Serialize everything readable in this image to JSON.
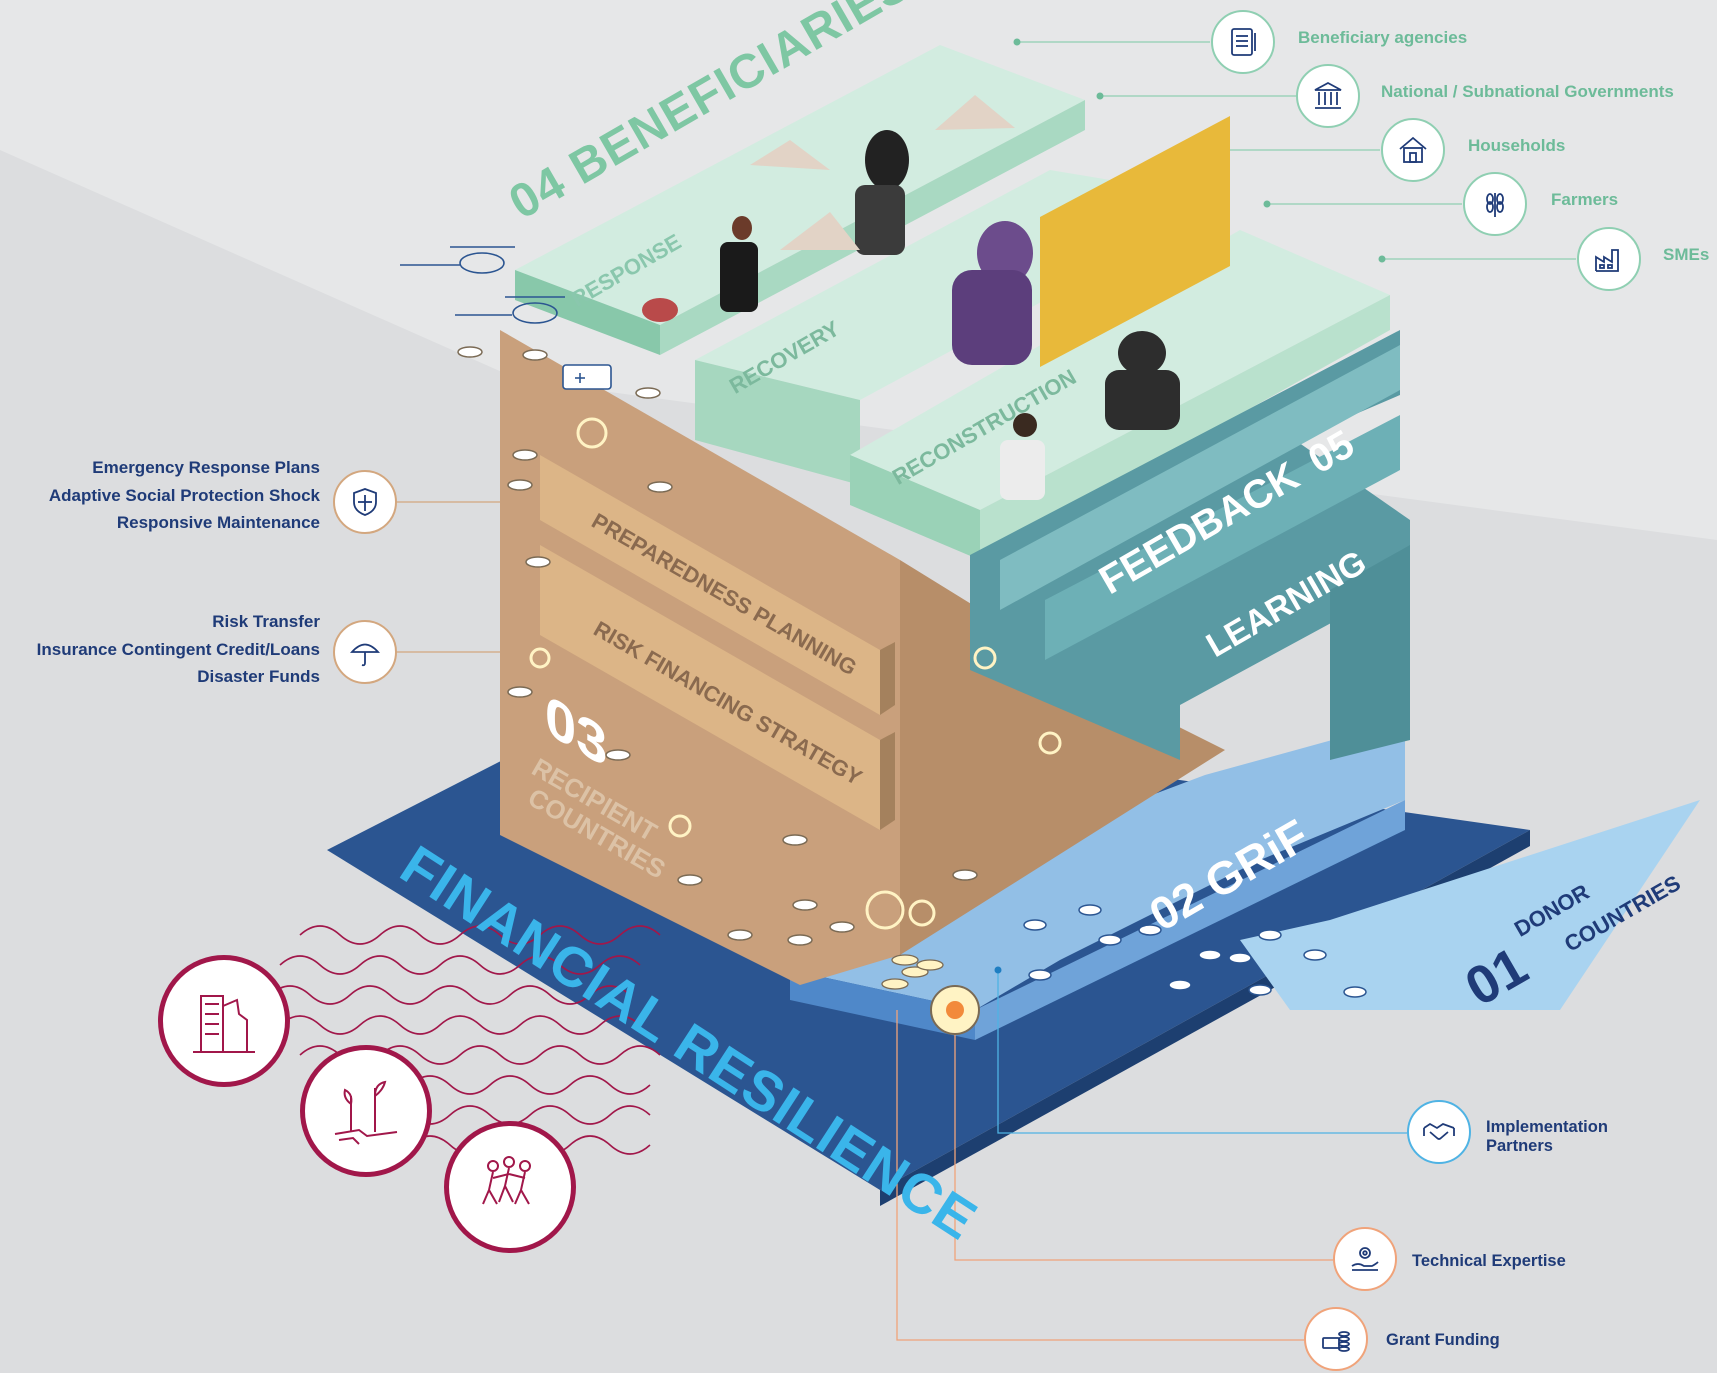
{
  "layers": {
    "beneficiaries": {
      "number": "04",
      "title": "BENEFICIARIES"
    },
    "response": "RESPONSE",
    "recovery": "RECOVERY",
    "reconstruction": "RECONSTRUCTION",
    "feedback": {
      "title": "FEEDBACK",
      "number": "05"
    },
    "learning": "LEARNING",
    "preparedness": "PREPAREDNESS PLANNING",
    "risk_strategy": "RISK FINANCING STRATEGY",
    "recipient": {
      "number": "03",
      "line1": "RECIPIENT",
      "line2": "COUNTRIES"
    },
    "grif": {
      "number": "02",
      "title": "GRiF"
    },
    "donor": {
      "number": "01",
      "line1": "DONOR",
      "line2": "COUNTRIES"
    },
    "financial": "FINANCIAL RESILIENCE"
  },
  "beneficiary_groups": [
    {
      "label": "Beneficiary agencies",
      "icon": "document-icon"
    },
    {
      "label": "National / Subnational Governments",
      "icon": "government-building-icon"
    },
    {
      "label": "Households",
      "icon": "house-icon"
    },
    {
      "label": "Farmers",
      "icon": "wheat-icon"
    },
    {
      "label": "SMEs",
      "icon": "factory-icon"
    }
  ],
  "left_callouts": [
    {
      "lines": [
        "Emergency Response Plans",
        "Adaptive Social Protection Shock",
        "Responsive Maintenance"
      ],
      "icon": "shield-icon"
    },
    {
      "lines": [
        "Risk Transfer",
        "Insurance Contingent Credit/Loans",
        "Disaster Funds"
      ],
      "icon": "umbrella-icon"
    }
  ],
  "right_callouts": [
    {
      "lines": [
        "Implementation",
        "Partners"
      ],
      "icon": "handshake-icon"
    },
    {
      "lines": [
        "Technical Expertise"
      ],
      "icon": "gear-hand-icon"
    },
    {
      "lines": [
        "Grant Funding"
      ],
      "icon": "coins-icon"
    }
  ],
  "hazards": [
    {
      "icon": "damaged-building-icon"
    },
    {
      "icon": "drought-plant-icon"
    },
    {
      "icon": "people-fleeing-icon"
    }
  ],
  "colors": {
    "background": "#e6e7e8",
    "navy": "#1f3b78",
    "platform": "#2f5792",
    "cyan": "#3ab5ea",
    "mint": "#cfeade",
    "teal": "#5aa7ad",
    "tan": "#c79f7b",
    "hazard": "#a1174a"
  }
}
